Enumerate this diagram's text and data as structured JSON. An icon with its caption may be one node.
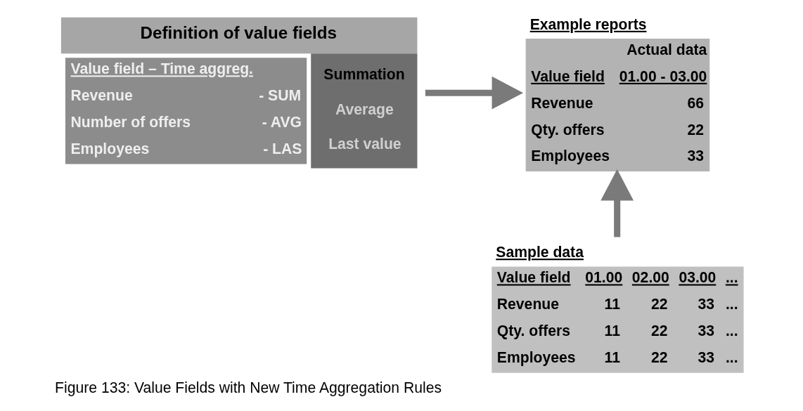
{
  "diagram": {
    "caption": "Figure 133: Value Fields with New Time Aggregation Rules",
    "nodes": [
      {
        "text": [
          "Definition of value fields",
          "Value field – Time aggreg.",
          "Revenue",
          "- SUM",
          "Number of offers",
          "- AVG",
          "Employees",
          "- LAS",
          "Summation",
          "Average",
          "Last value"
        ]
      },
      {
        "text": [
          "Example reports",
          "Actual data",
          "Value field",
          "01.00 - 03.00",
          "Revenue",
          "66",
          "Qty. offers",
          "22",
          "Employees",
          "33"
        ]
      },
      {
        "text": [
          "Sample data",
          "Value field",
          "01.00",
          "02.00",
          "03.00",
          "...",
          "Revenue",
          "11",
          "22",
          "33",
          "...",
          "Qty. offers",
          "11",
          "22",
          "33",
          "...",
          "Employees",
          "11",
          "22",
          "33",
          "..."
        ]
      }
    ],
    "edges": [
      {
        "from": 0,
        "to": 1,
        "arrow": "to"
      },
      {
        "from": 2,
        "to": 1,
        "arrow": "to"
      }
    ]
  }
}
